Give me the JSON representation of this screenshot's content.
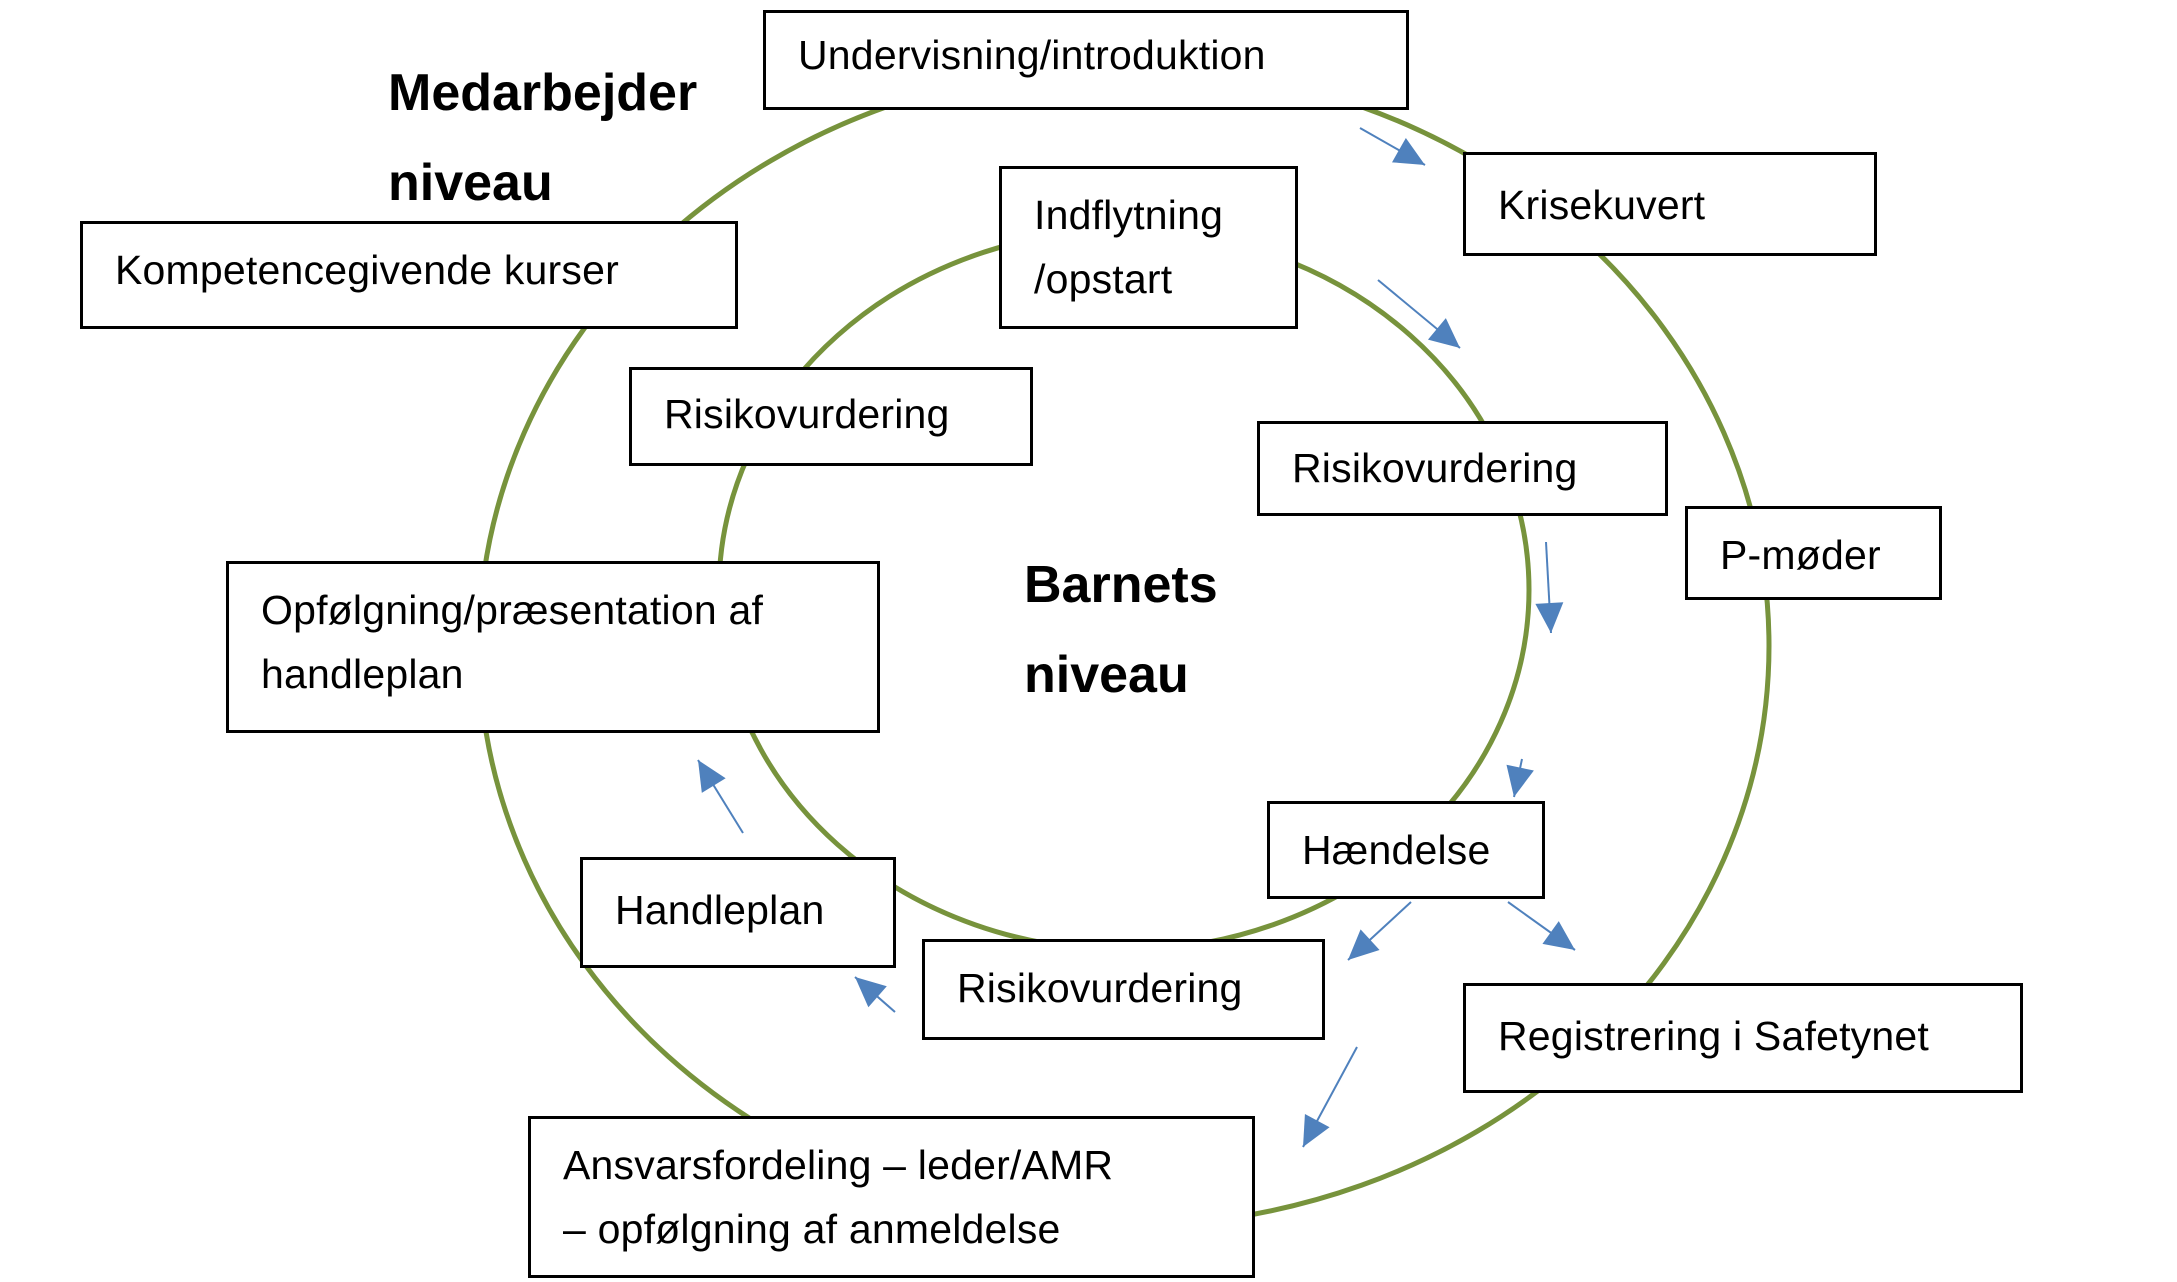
{
  "colors": {
    "cycle_stroke": "#77933C",
    "arrow": "#4F81BD",
    "box_border": "#000000",
    "text": "#000000"
  },
  "levels": {
    "employee": {
      "lines": [
        "Medarbejder",
        "niveau"
      ]
    },
    "child": {
      "lines": [
        "Barnets",
        "niveau"
      ]
    }
  },
  "outer_cycle": {
    "name": "Medarbejder niveau",
    "steps": [
      {
        "id": "undervisning",
        "lines": [
          "Undervisning/introduktion"
        ]
      },
      {
        "id": "krisekuvert",
        "lines": [
          "Krisekuvert"
        ]
      },
      {
        "id": "p-moder",
        "lines": [
          "P-møder"
        ]
      },
      {
        "id": "registrering",
        "lines": [
          "Registrering i Safetynet"
        ]
      },
      {
        "id": "ansvarsfordeling",
        "lines": [
          "Ansvarsfordeling – leder/AMR",
          "– opfølgning af anmeldelse"
        ]
      },
      {
        "id": "opfolgning",
        "lines": [
          "Opfølgning/præsentation af",
          "handleplan"
        ]
      },
      {
        "id": "kompetence",
        "lines": [
          "Kompetencegivende kurser"
        ]
      }
    ]
  },
  "inner_cycle": {
    "name": "Barnets niveau",
    "steps": [
      {
        "id": "indflytning",
        "lines": [
          "Indflytning",
          "/opstart"
        ]
      },
      {
        "id": "risiko-right",
        "lines": [
          "Risikovurdering"
        ]
      },
      {
        "id": "haendelse",
        "lines": [
          "Hændelse"
        ]
      },
      {
        "id": "risiko-bottom",
        "lines": [
          "Risikovurdering"
        ]
      },
      {
        "id": "handleplan",
        "lines": [
          "Handleplan"
        ]
      },
      {
        "id": "risiko-left",
        "lines": [
          "Risikovurdering"
        ]
      }
    ]
  },
  "arrows": [
    {
      "from": "undervisning",
      "to": "krisekuvert"
    },
    {
      "from": "indflytning",
      "to": "risiko-right"
    },
    {
      "from": "risiko-right",
      "to": "haendelse"
    },
    {
      "from": "risiko-right",
      "to": "haendelse"
    },
    {
      "from": "haendelse",
      "to": "risiko-bottom"
    },
    {
      "from": "haendelse",
      "to": "registrering"
    },
    {
      "from": "risiko-bottom",
      "to": "ansvarsfordeling"
    },
    {
      "from": "risiko-bottom",
      "to": "handleplan"
    },
    {
      "from": "handleplan",
      "to": "opfolgning"
    }
  ]
}
